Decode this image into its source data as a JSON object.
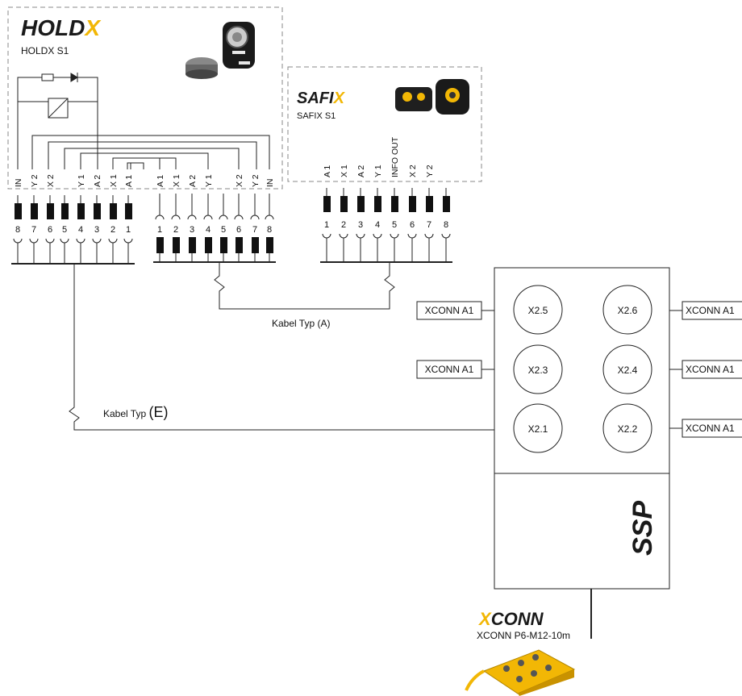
{
  "holdx": {
    "logo": "HOLDX",
    "title": "HOLDX S1",
    "top_labels": [
      "IN",
      "Y 2",
      "X 2",
      "Y 1",
      "A 2",
      "X 1",
      "A 1"
    ],
    "top_numbers": [
      "8",
      "7",
      "6",
      "5",
      "4",
      "3",
      "2",
      "1"
    ],
    "mid_labels": [
      "A 1",
      "X 1",
      "A 2",
      "Y 1",
      "X 2",
      "Y 2",
      "IN"
    ],
    "mid_numbers": [
      "1",
      "2",
      "3",
      "4",
      "5",
      "6",
      "7",
      "8"
    ]
  },
  "safix": {
    "logo": "SAFIX",
    "title": "SAFIX S1",
    "labels": [
      "A 1",
      "X 1",
      "A 2",
      "Y 1",
      "INFO OUT",
      "X 2",
      "Y 2"
    ],
    "numbers": [
      "1",
      "2",
      "3",
      "4",
      "5",
      "6",
      "7",
      "8"
    ]
  },
  "cables": {
    "type_a": "Kabel Typ (A)",
    "type_e_text": "Kabel Typ",
    "type_e_letter": "(E)"
  },
  "ssp": {
    "logo": "SSP",
    "ports": [
      "X2.5",
      "X2.6",
      "X2.3",
      "X2.4",
      "X2.1",
      "X2.2"
    ],
    "connector_left": [
      "XCONN A1",
      "XCONN A1"
    ],
    "connector_right": [
      "XCONN A1",
      "XCONN A1",
      "XCONN A1"
    ]
  },
  "xconn": {
    "logo": "XCONN",
    "title": "XCONN P6-M12-10m"
  },
  "colors": {
    "brand_yellow": "#f2b705",
    "line": "#222222",
    "dashed_border": "#888888",
    "terminal_block": "#111111"
  }
}
